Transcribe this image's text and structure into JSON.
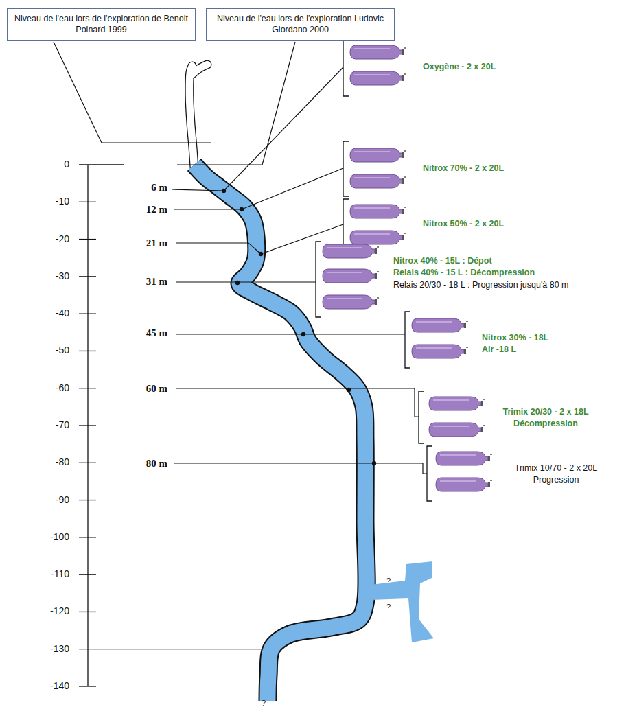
{
  "diagram": {
    "nodes": [
      {
        "text": [
          "Niveau de l'eau lors de l'exploration de Benoit Poinard 1999"
        ]
      },
      {
        "text": [
          "Niveau de l'eau lors de l'exploration Ludovic Giordano 2000"
        ]
      }
    ],
    "labels": [
      "0",
      "-10",
      "-20",
      "-30",
      "-40",
      "-50",
      "-60",
      "-70",
      "-80",
      "-90",
      "-100",
      "-110",
      "-120",
      "-130",
      "-140",
      "6 m",
      "12 m",
      "21 m",
      "31 m",
      "45 m",
      "60 m",
      "80 m",
      "Oxygène - 2 x 20L",
      "Nitrox 70% - 2 x 20L",
      "Nitrox 50% - 2 x 20L",
      "Nitrox 40% - 15L : Dépot",
      "Relais 40% - 15 L : Décompression",
      "Relais 20/30 - 18 L : Progression jusqu'à 80 m",
      "Nitrox 30% - 18L",
      "Air -18 L",
      "Trimix 20/30 - 2 x 18L",
      "Décompression",
      "Trimix 10/70 - 2 x 20L",
      "Progression",
      "?",
      "?",
      "?"
    ]
  }
}
